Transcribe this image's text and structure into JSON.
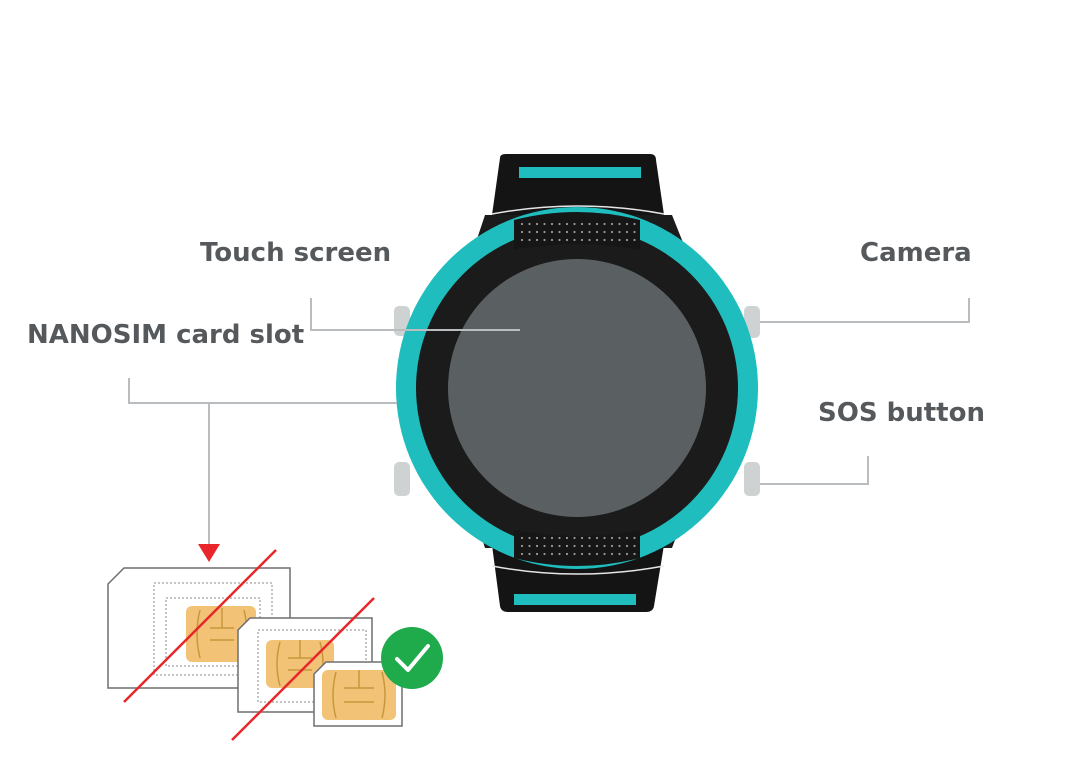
{
  "labels": {
    "touch_screen": "Touch screen",
    "nanosim_slot": "NANOSIM card slot",
    "camera": "Camera",
    "sos_button": "SOS button"
  },
  "colors": {
    "bezel": "#1fbdbd",
    "watch_body": "#1b1b1b",
    "screen": "#5a6061",
    "strap": "#141414",
    "strap_stripe": "#1fbdbd",
    "leader_line": "#b9bdbf",
    "label_text": "#55595c",
    "sim_chip": "#f2c376",
    "sim_chip_line": "#c8973d",
    "cross_line": "#e8262b",
    "arrow": "#e8262b",
    "check_badge": "#1faa4b"
  },
  "icons": {
    "check": "check-icon",
    "arrow": "arrow-down-icon"
  }
}
